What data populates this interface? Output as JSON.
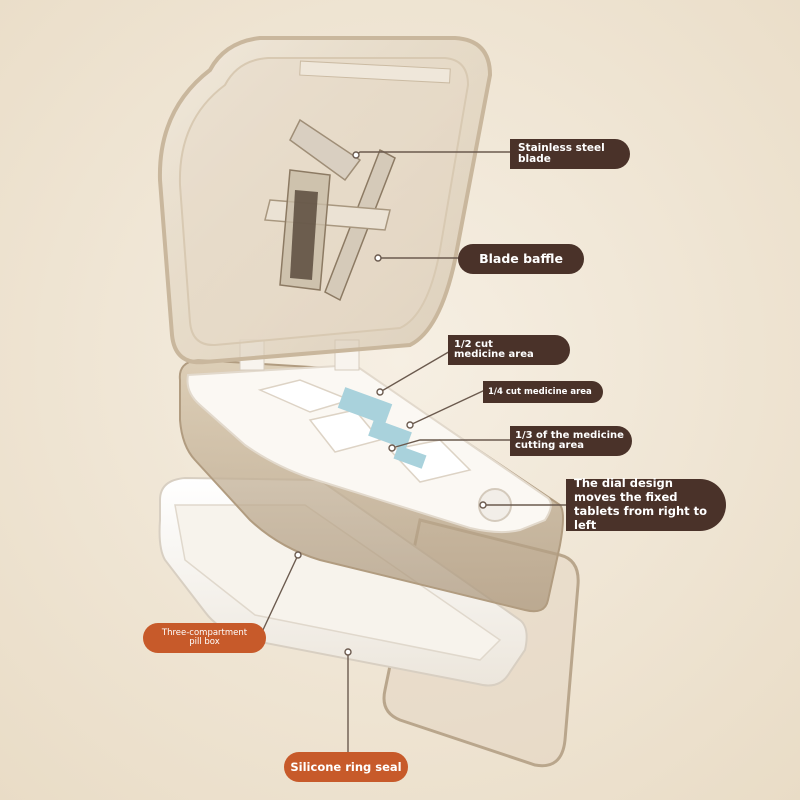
{
  "colors": {
    "background": "#efe6d6",
    "label_dark": "#4a3229",
    "label_orange": "#c75a2a",
    "leader_line": "#6b5a4e",
    "label_text": "#ffffff"
  },
  "labels": {
    "stainless_steel_blade": "Stainless steel blade",
    "blade_baffle": "Blade baffle",
    "half_cut_area": "1/2 cut medicine area",
    "quarter_cut_area": "1/4 cut medicine area",
    "third_cut_area": "1/3 of the medicine cutting area",
    "dial_design": "The dial design moves the fixed tablets from right to left",
    "pill_box": "Three-compartment pill box",
    "silicone_seal": "Silicone ring seal"
  }
}
